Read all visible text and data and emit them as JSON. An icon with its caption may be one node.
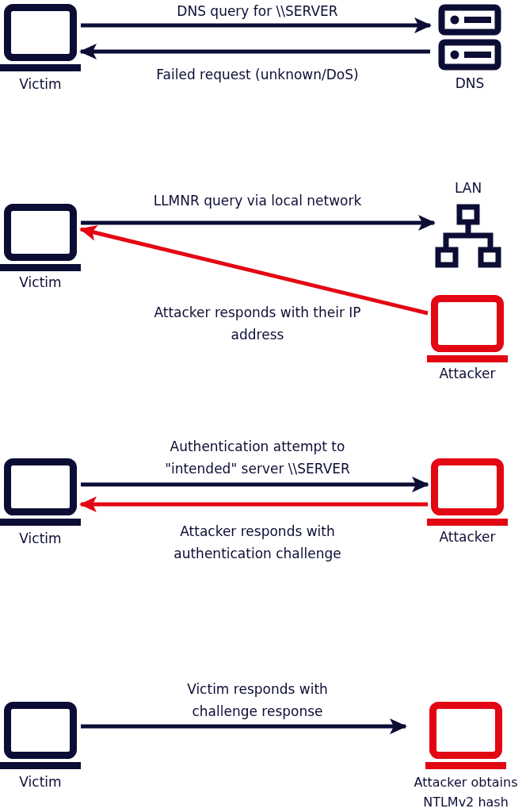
{
  "diagram": {
    "nodes": [
      {
        "text": [
          "Victim"
        ]
      },
      {
        "text": [
          "DNS"
        ]
      },
      {
        "text": [
          "Victim"
        ]
      },
      {
        "text": [
          "LAN"
        ]
      },
      {
        "text": [
          "Attacker"
        ]
      },
      {
        "text": [
          "Victim"
        ]
      },
      {
        "text": [
          "Attacker"
        ]
      },
      {
        "text": [
          "Victim"
        ]
      },
      {
        "text": [
          "Attacker obtains NTLMv2 hash"
        ]
      }
    ],
    "edges": [
      {
        "from": 0,
        "to": 1,
        "arrow": "to",
        "label": "DNS query for \\\\SERVER"
      },
      {
        "from": 1,
        "to": 0,
        "arrow": "to",
        "label": "Failed request (unknown/DoS)"
      },
      {
        "from": 2,
        "to": 3,
        "arrow": "to",
        "label": "LLMNR query via local network"
      },
      {
        "from": 4,
        "to": 2,
        "arrow": "to",
        "label": "Attacker responds with their IP address",
        "color": "#e30613"
      },
      {
        "from": 5,
        "to": 6,
        "arrow": "to",
        "label": "Authentication attempt to \"intended\" server \\\\SERVER"
      },
      {
        "from": 6,
        "to": 5,
        "arrow": "to",
        "label": "Attacker responds with authentication challenge",
        "color": "#e30613"
      },
      {
        "from": 7,
        "to": 8,
        "arrow": "to",
        "label": "Victim responds with challenge response"
      }
    ]
  }
}
